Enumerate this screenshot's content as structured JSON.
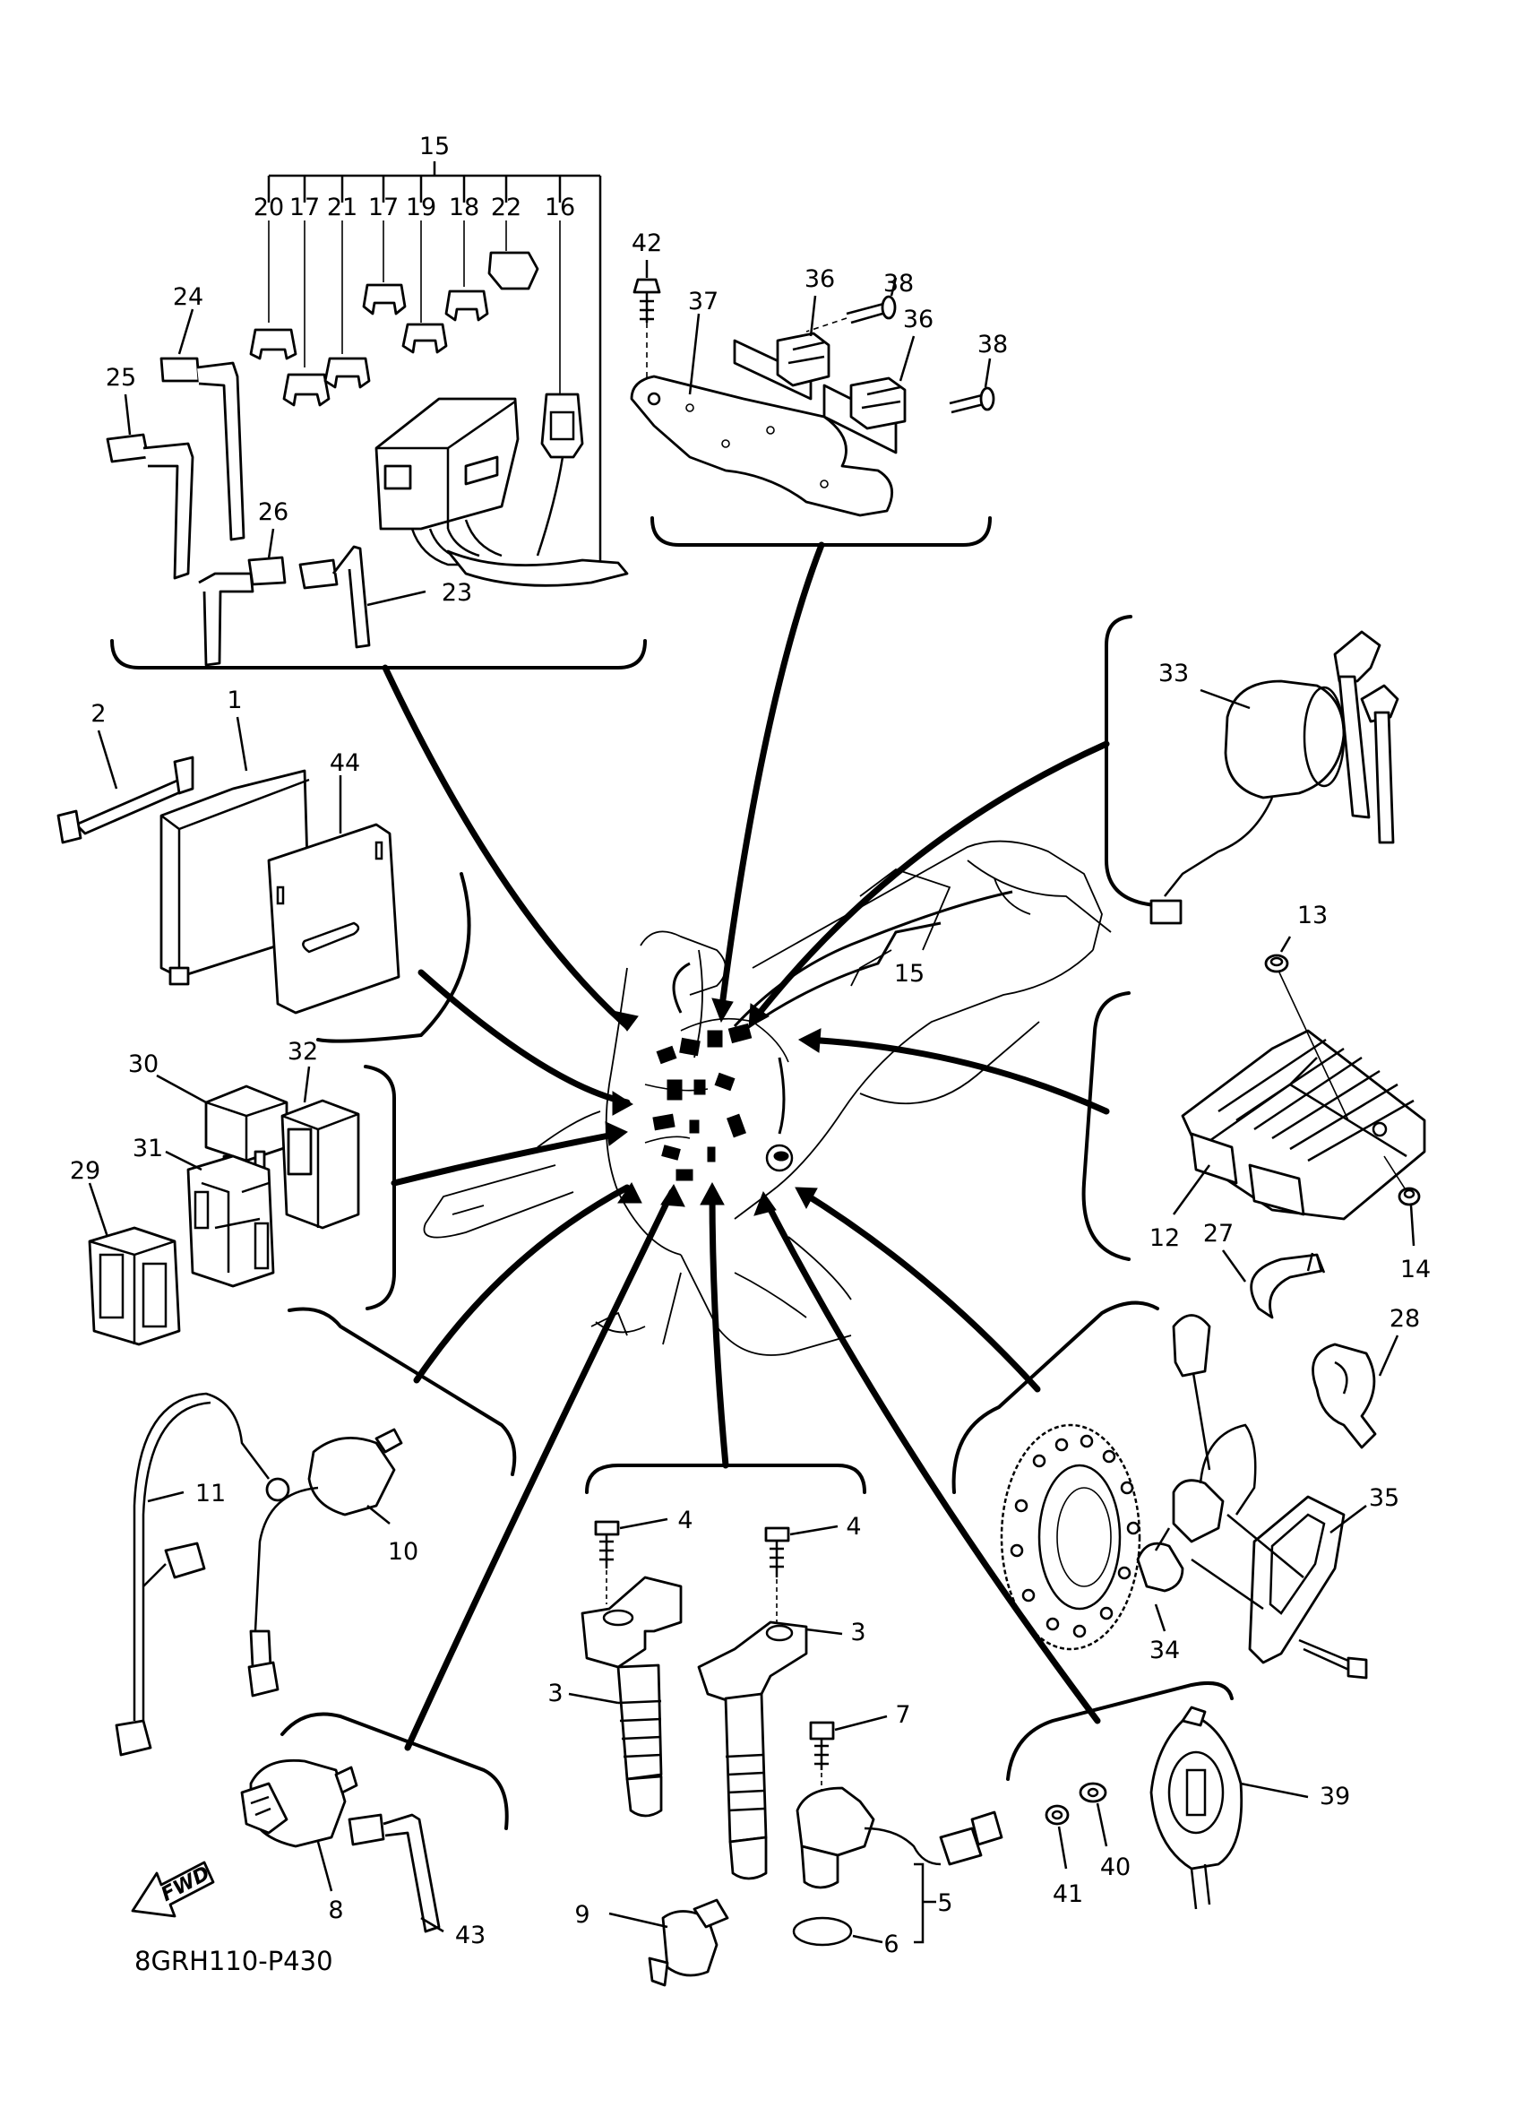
{
  "diagram_code": "8GRH110-P430",
  "direction_label": "FWD",
  "callouts": [
    {
      "id": "c15a",
      "text": "15"
    },
    {
      "id": "c20",
      "text": "20"
    },
    {
      "id": "c17a",
      "text": "17"
    },
    {
      "id": "c21",
      "text": "21"
    },
    {
      "id": "c17b",
      "text": "17"
    },
    {
      "id": "c19",
      "text": "19"
    },
    {
      "id": "c18",
      "text": "18"
    },
    {
      "id": "c22",
      "text": "22"
    },
    {
      "id": "c16",
      "text": "16"
    },
    {
      "id": "c24",
      "text": "24"
    },
    {
      "id": "c25",
      "text": "25"
    },
    {
      "id": "c26",
      "text": "26"
    },
    {
      "id": "c23",
      "text": "23"
    },
    {
      "id": "c42",
      "text": "42"
    },
    {
      "id": "c37",
      "text": "37"
    },
    {
      "id": "c36a",
      "text": "36"
    },
    {
      "id": "c38a",
      "text": "38"
    },
    {
      "id": "c36b",
      "text": "36"
    },
    {
      "id": "c38b",
      "text": "38"
    },
    {
      "id": "c33",
      "text": "33"
    },
    {
      "id": "c2",
      "text": "2"
    },
    {
      "id": "c1",
      "text": "1"
    },
    {
      "id": "c44",
      "text": "44"
    },
    {
      "id": "c15b",
      "text": "15"
    },
    {
      "id": "c13",
      "text": "13"
    },
    {
      "id": "c30",
      "text": "30"
    },
    {
      "id": "c32",
      "text": "32"
    },
    {
      "id": "c31",
      "text": "31"
    },
    {
      "id": "c29",
      "text": "29"
    },
    {
      "id": "c12",
      "text": "12"
    },
    {
      "id": "c27",
      "text": "27"
    },
    {
      "id": "c14",
      "text": "14"
    },
    {
      "id": "c28",
      "text": "28"
    },
    {
      "id": "c11",
      "text": "11"
    },
    {
      "id": "c10",
      "text": "10"
    },
    {
      "id": "c4a",
      "text": "4"
    },
    {
      "id": "c4b",
      "text": "4"
    },
    {
      "id": "c3a",
      "text": "3"
    },
    {
      "id": "c3b",
      "text": "3"
    },
    {
      "id": "c7",
      "text": "7"
    },
    {
      "id": "c35",
      "text": "35"
    },
    {
      "id": "c34",
      "text": "34"
    },
    {
      "id": "c39",
      "text": "39"
    },
    {
      "id": "c40",
      "text": "40"
    },
    {
      "id": "c41",
      "text": "41"
    },
    {
      "id": "c5",
      "text": "5"
    },
    {
      "id": "c6",
      "text": "6"
    },
    {
      "id": "c9",
      "text": "9"
    },
    {
      "id": "c8",
      "text": "8"
    },
    {
      "id": "c43",
      "text": "43"
    }
  ]
}
